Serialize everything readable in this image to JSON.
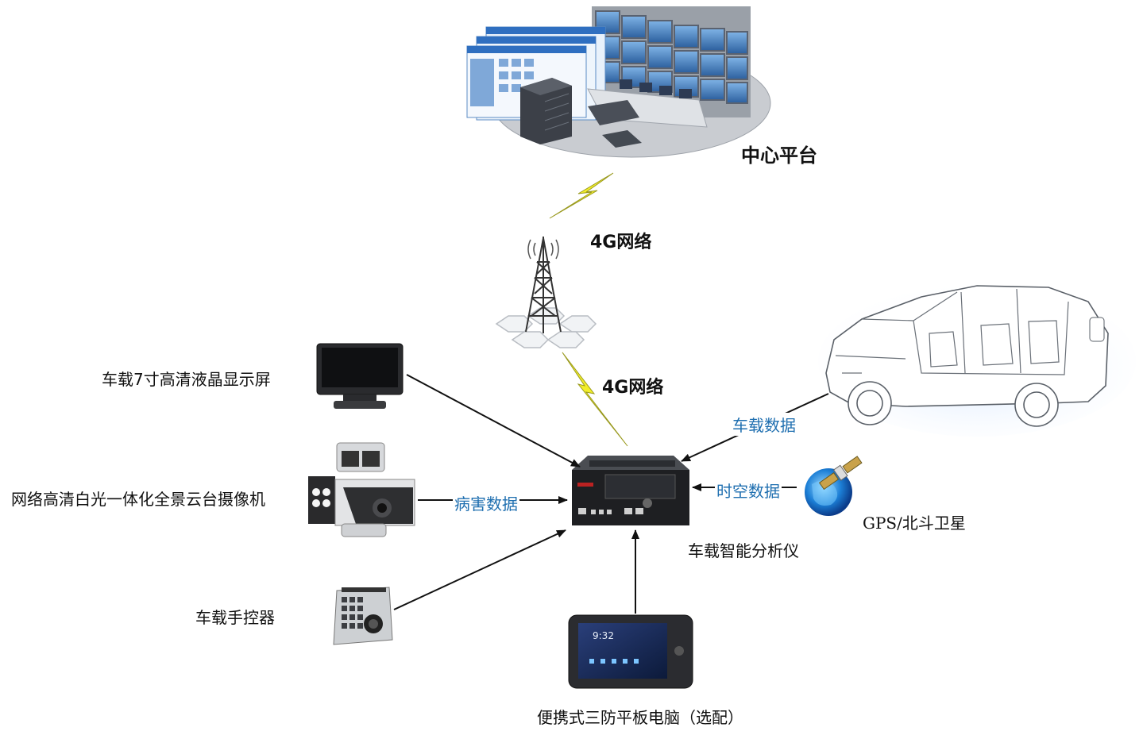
{
  "labels": {
    "center_platform": "中心平台",
    "network_top": "4G网络",
    "network_bottom": "4G网络",
    "display": "车载7寸高清液晶显示屏",
    "camera": "网络高清白光一体化全景云台摄像机",
    "controller": "车载手控器",
    "analyzer": "车载智能分析仪",
    "tablet": "便携式三防平板电脑（选配）",
    "gps": "GPS/北斗卫星"
  },
  "flows": {
    "vehicle_data": "车载数据",
    "spatiotemporal_data": "时空数据",
    "disease_data": "病害数据"
  },
  "device_text": {
    "tablet_clock": "9:32"
  },
  "colors": {
    "flow_label": "#1f6fb0",
    "lightning": "#f2ee2a",
    "lightning_outline": "#9a9a20",
    "arrow": "#111111"
  }
}
